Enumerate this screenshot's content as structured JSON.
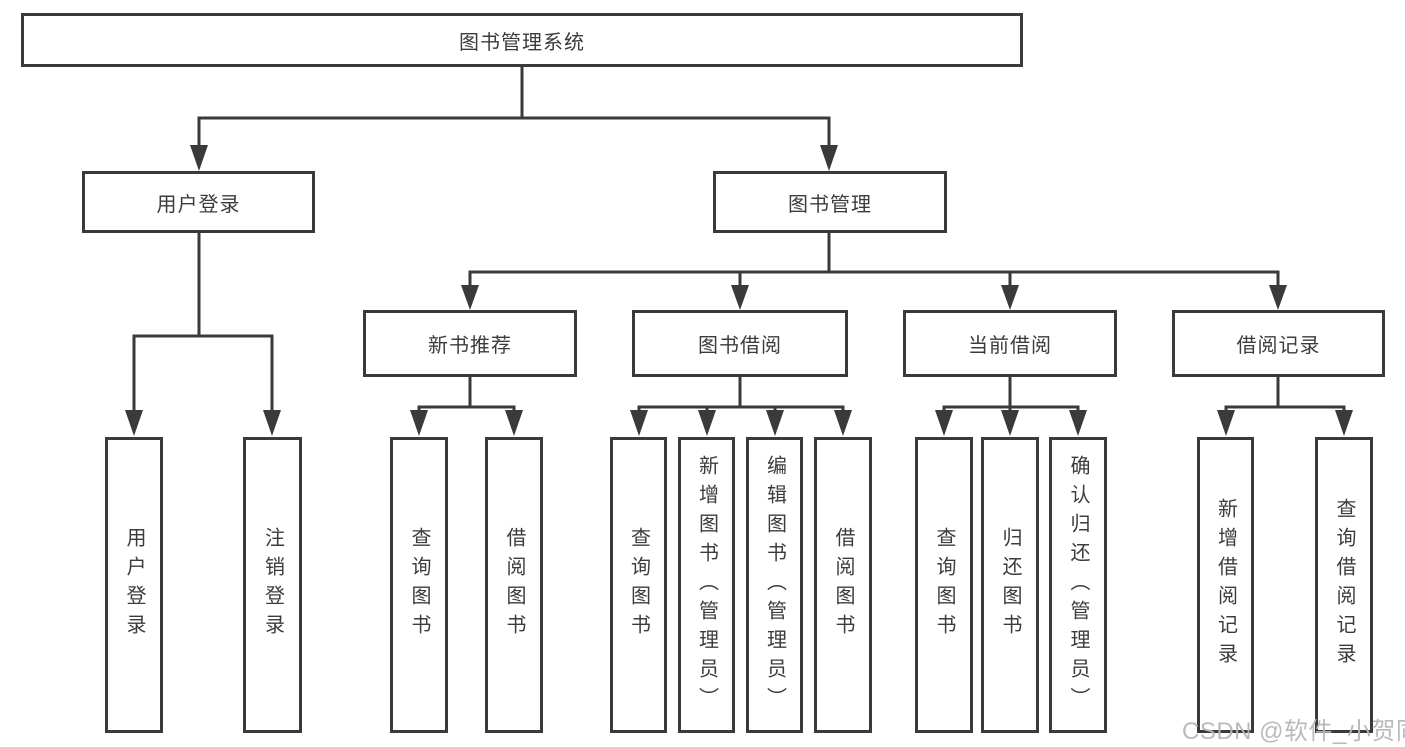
{
  "diagram_title": "图书管理系统",
  "root_label": "图书管理系统",
  "level2": {
    "user_login": "用户登录",
    "book_management": "图书管理"
  },
  "level3": {
    "new_book_recommendation": "新书推荐",
    "book_borrowing": "图书借阅",
    "current_borrowing": "当前借阅",
    "borrowing_records": "借阅记录"
  },
  "leaves": {
    "user_login_group": [
      "用户登录",
      "注销登录"
    ],
    "new_book_group": [
      "查询图书",
      "借阅图书"
    ],
    "book_borrowing_group": [
      "查询图书",
      "新增图书（管理员）",
      "编辑图书（管理员）",
      "借阅图书"
    ],
    "current_borrowing_group": [
      "查询图书",
      "归还图书",
      "确认归还（管理员）"
    ],
    "records_group": [
      "新增借阅记录",
      "查询借阅记录"
    ]
  },
  "watermark": "CSDN @软件_小贺同学",
  "colors": {
    "line": "#3a3a3a",
    "text": "#3c3c3c",
    "box_background": "#ffffff",
    "watermark": "#b6b6b6",
    "background": "#ffffff"
  }
}
